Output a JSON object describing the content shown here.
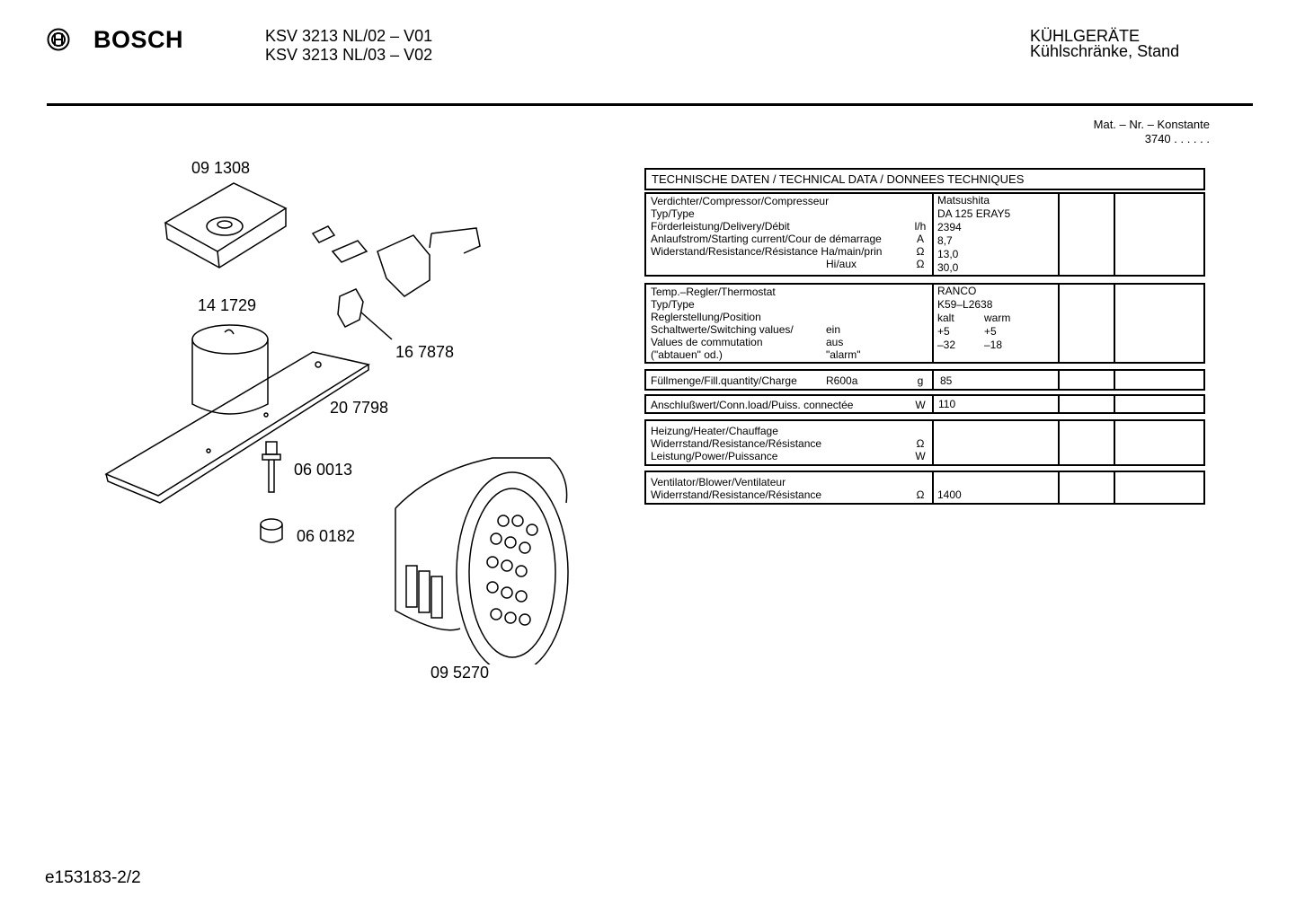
{
  "header": {
    "brand": "BOSCH",
    "models": [
      "KSV 3213 NL/02 – V01",
      "KSV 3213 NL/03 – V02"
    ],
    "category": [
      "KÜHLGERÄTE",
      "Kühlschränke, Stand"
    ]
  },
  "mat": {
    "label": "Mat. – Nr. – Konstante",
    "value": "3740 . . . . . ."
  },
  "parts": {
    "p091308": "09 1308",
    "p141729": "14 1729",
    "p167878": "16 7878",
    "p207798": "20 7798",
    "p060013": "06 0013",
    "p060182": "06 0182",
    "p095270": "09 5270"
  },
  "table": {
    "title": "TECHNISCHE DATEN / TECHNICAL DATA / DONNEES TECHNIQUES",
    "compressor": {
      "labels": [
        "Verdichter/Compressor/Compresseur",
        "Typ/Type",
        "Förderleistung/Delivery/Débit",
        "Anlaufstrom/Starting current/Cour de démarrage",
        "Widerstand/Resistance/Résistance Ha/main/prin",
        "Hi/aux"
      ],
      "units": [
        "",
        "",
        "l/h",
        "A",
        "Ω",
        "Ω"
      ],
      "values": [
        "Matsushita",
        "DA 125 ERAY5",
        "2394",
        "8,7",
        "13,0",
        "30,0"
      ]
    },
    "thermostat": {
      "labels": [
        "Temp.–Regler/Thermostat",
        "Typ/Type",
        "Reglerstellung/Position",
        "Schaltwerte/Switching values/",
        "Values de commutation",
        "(\"abtauen\" od.)"
      ],
      "mid": [
        "",
        "",
        "",
        "ein",
        "aus",
        "\"alarm\""
      ],
      "values": [
        "RANCO",
        "K59–L2638",
        "kalt",
        "+5",
        "–32"
      ],
      "values2": [
        "",
        "",
        "warm",
        "+5",
        "–18"
      ]
    },
    "fill": {
      "label": "Füllmenge/Fill.quantity/Charge",
      "mid": "R600a",
      "unit": "g",
      "value": "85"
    },
    "load": {
      "label": "Anschlußwert/Conn.load/Puiss. connectée",
      "unit": "W",
      "value": "110"
    },
    "heater": {
      "labels": [
        "Heizung/Heater/Chauffage",
        "Widerrstand/Resistance/Résistance",
        "Leistung/Power/Puissance"
      ],
      "units": [
        "",
        "Ω",
        "W"
      ]
    },
    "blower": {
      "labels": [
        "Ventilator/Blower/Ventilateur",
        "Widerrstand/Resistance/Résistance"
      ],
      "units": [
        "",
        "Ω"
      ],
      "values": [
        "",
        "1400"
      ]
    }
  },
  "footer": {
    "code": "e153183-2/2"
  }
}
